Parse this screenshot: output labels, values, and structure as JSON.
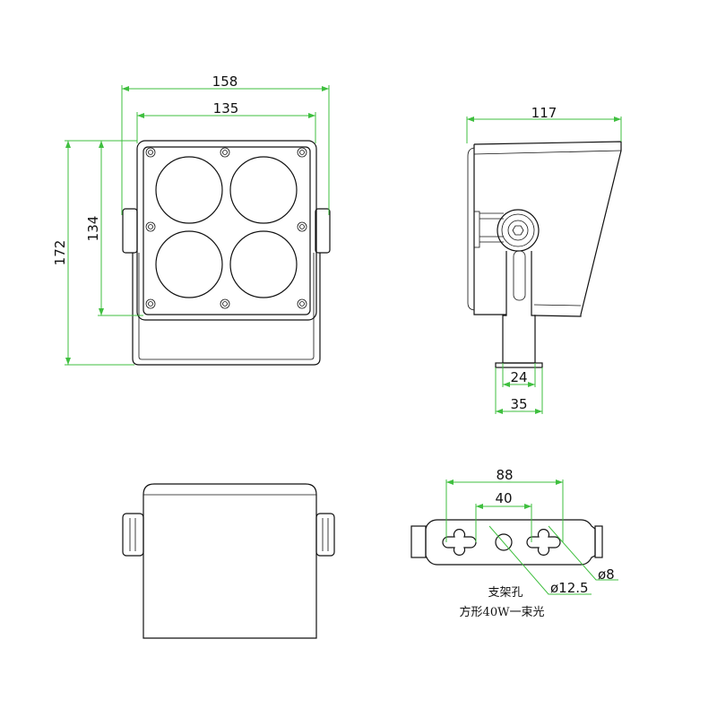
{
  "front_view": {
    "width_outer": "158",
    "width_inner": "135",
    "height_outer": "172",
    "height_inner": "134"
  },
  "side_view": {
    "depth": "117",
    "stem_width": "24",
    "base_width": "35"
  },
  "bracket_view": {
    "hole_span_outer": "88",
    "hole_span_inner": "40",
    "center_hole_dia": "ø12.5",
    "slot_dia": "ø8"
  },
  "notes": {
    "line1": "支架孔",
    "line2": "方形40W一束光"
  },
  "colors": {
    "dimension": "#3fbf3f",
    "outline": "#111111"
  }
}
